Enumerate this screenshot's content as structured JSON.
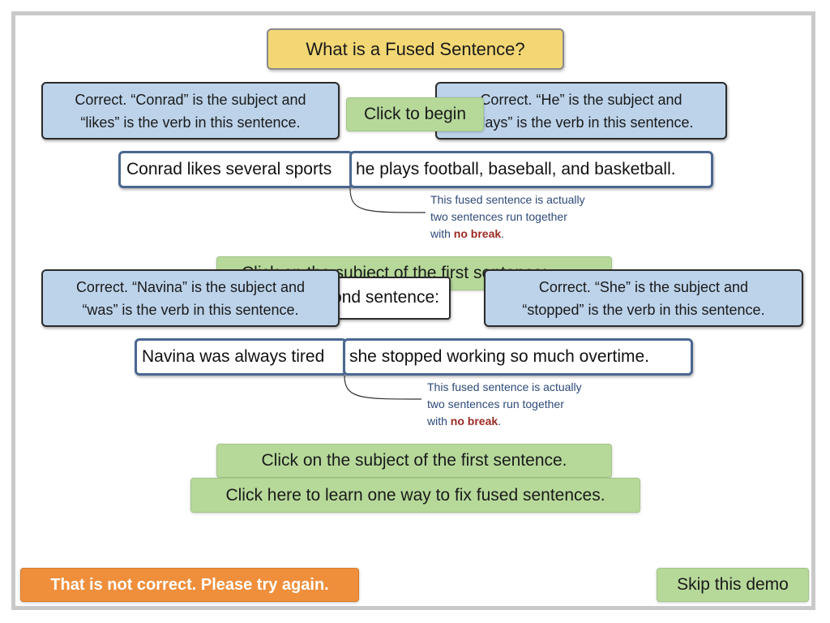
{
  "title": "What is a Fused Sentence?",
  "begin_label": "Click to begin",
  "sentence1": {
    "part1": "Conrad likes several sports",
    "part2": "he plays football, baseball, and basketball.",
    "feedback_left": [
      "Correct.  “Conrad” is the subject and",
      "“likes” is the verb in this sentence."
    ],
    "feedback_right": [
      "Correct.  “He” is the subject and",
      "“plays” is the verb in this sentence."
    ],
    "note": {
      "line1": "This fused sentence is actually",
      "line2": "two sentences run together",
      "with": "with ",
      "no_break": "no break",
      "end": "."
    }
  },
  "mid_prompt": {
    "behind_top": "Click on the subject of the first sentence:",
    "behind_bottom": "Click on the subject of the second sentence:"
  },
  "sentence2": {
    "part1": "Navina was always tired",
    "part2": "she stopped working so much overtime.",
    "feedback_left": [
      "Correct.  “Navina” is the subject and",
      "“was” is the verb in this sentence."
    ],
    "feedback_right": [
      "Correct.  “She” is the subject and",
      "“stopped” is the verb in this sentence."
    ],
    "note": {
      "line1": "This fused sentence is actually",
      "line2": "two sentences run together",
      "with": "with ",
      "no_break": "no break",
      "end": "."
    }
  },
  "prompt_first": "Click on the subject of the first sentence.",
  "learn_fix": "Click here to learn one way to fix fused sentences.",
  "error_msg": "That is not correct. Please try again.",
  "skip_demo": "Skip this demo"
}
